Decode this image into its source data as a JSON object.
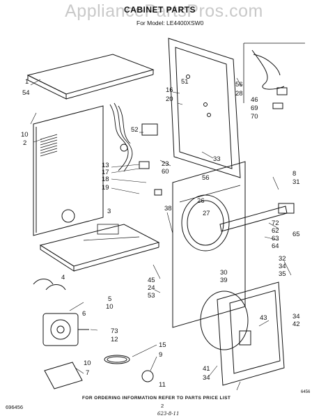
{
  "header": {
    "watermark": "AppliancePartsPros.com",
    "title": "CABINET PARTS",
    "model": "For Model: LE4400XSW0"
  },
  "footer": {
    "note": "FOR ORDERING INFORMATION REFER TO PARTS PRICE LIST",
    "doc_number": "696456",
    "page_number": "2",
    "handwritten": "623-8-11",
    "art_code": "6456"
  },
  "callouts": {
    "c1": "1",
    "c54": "54",
    "c10a": "10",
    "c2": "2",
    "c16": "16",
    "c20": "20",
    "c51": "51",
    "c56a": "56",
    "c28": "28",
    "c46": "46",
    "c69": "69",
    "c70": "70",
    "c52": "52",
    "c13": "13",
    "c17": "17",
    "c18": "18",
    "c19": "19",
    "c3": "3",
    "c23": "23",
    "c60": "60",
    "c33": "33",
    "c56b": "56",
    "c8": "8",
    "c31": "31",
    "c38": "38",
    "c26": "26",
    "c27": "27",
    "c72": "72",
    "c62": "62",
    "c63": "63",
    "c64": "64",
    "c65": "65",
    "c45": "45",
    "c24": "24",
    "c53": "53",
    "c32": "32",
    "c34a": "34",
    "c35": "35",
    "c30": "30",
    "c39": "39",
    "c43": "43",
    "c34b": "34",
    "c42": "42",
    "c41": "41",
    "c34c": "34",
    "c4": "4",
    "c5": "5",
    "c10b": "10",
    "c6": "6",
    "c73": "73",
    "c12": "12",
    "c15": "15",
    "c9": "9",
    "c11": "11",
    "c10c": "10",
    "c7": "7"
  }
}
